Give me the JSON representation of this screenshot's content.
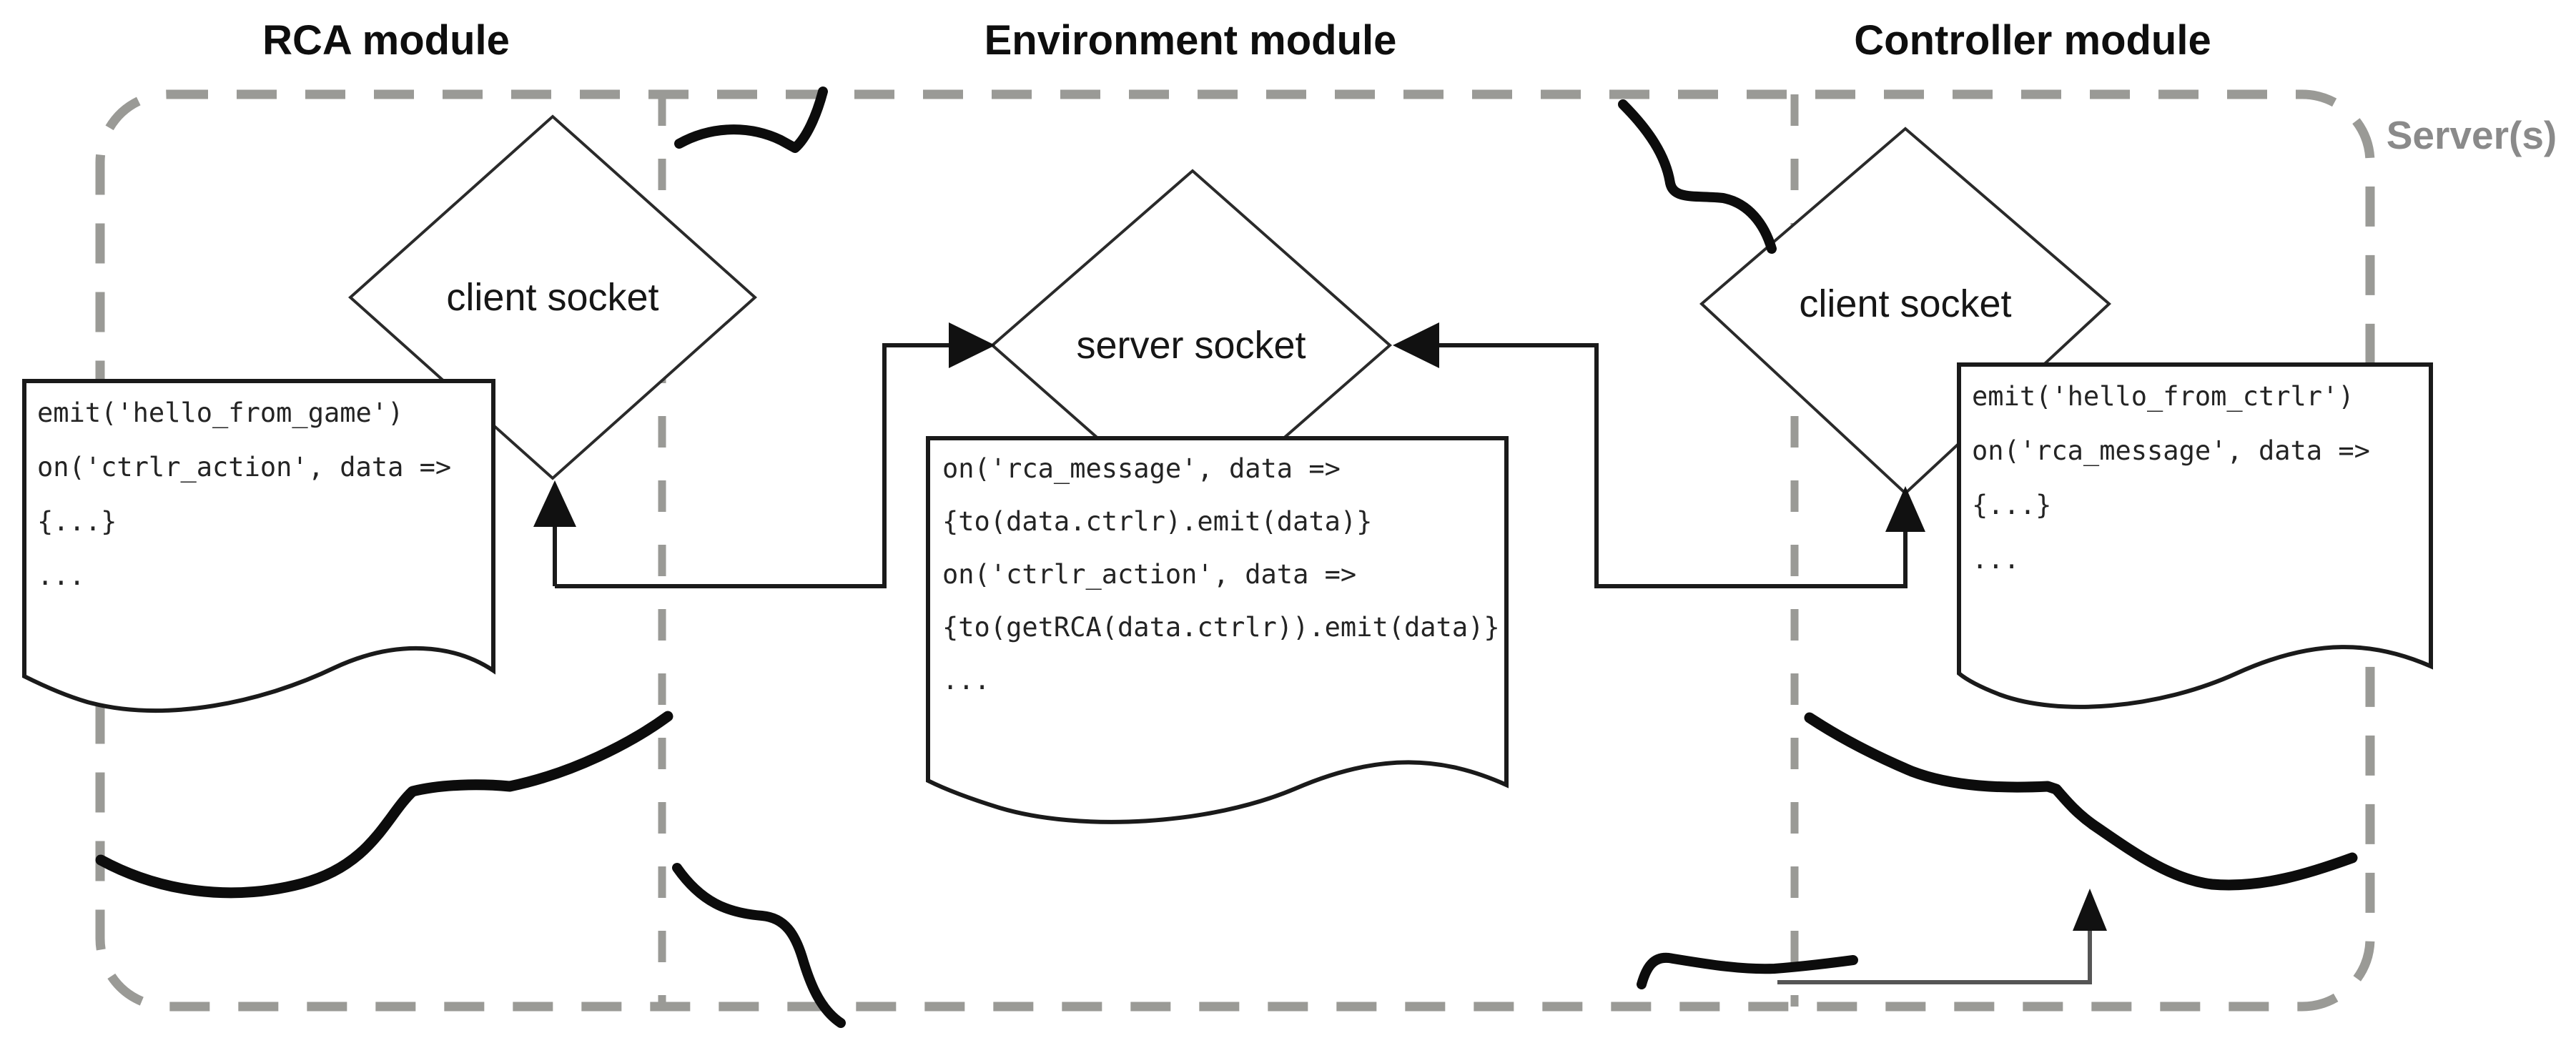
{
  "modules": {
    "rca": {
      "title": "RCA module"
    },
    "environment": {
      "title": "Environment module"
    },
    "controller": {
      "title": "Controller module"
    }
  },
  "server_label": "Server(s)",
  "sockets": {
    "rca_client": {
      "label": "client socket"
    },
    "environment_server": {
      "label": "server socket"
    },
    "controller_client": {
      "label": "client socket"
    }
  },
  "code_snippets": {
    "rca": {
      "lines": [
        "emit('hello_from_game')",
        "on('ctrlr_action', data =>",
        "{...}",
        "..."
      ]
    },
    "environment": {
      "lines": [
        "on('rca_message', data =>",
        "{to(data.ctrlr).emit(data)}",
        "on('ctrlr_action', data =>",
        "{to(getRCA(data.ctrlr)).emit(data)}",
        "..."
      ]
    },
    "controller": {
      "lines": [
        "emit('hello_from_ctrlr')",
        "on('rca_message', data =>",
        "{...}",
        "..."
      ]
    }
  },
  "colors": {
    "line": "#1a1a1a",
    "dashed_frame": "#9a9a96",
    "code_text": "#242424",
    "title_text": "#0e0e0e",
    "server_label_text": "#8a8a8a",
    "squiggle": "#0c0c0c",
    "gray_connector": "#555555",
    "background": "#ffffff"
  }
}
